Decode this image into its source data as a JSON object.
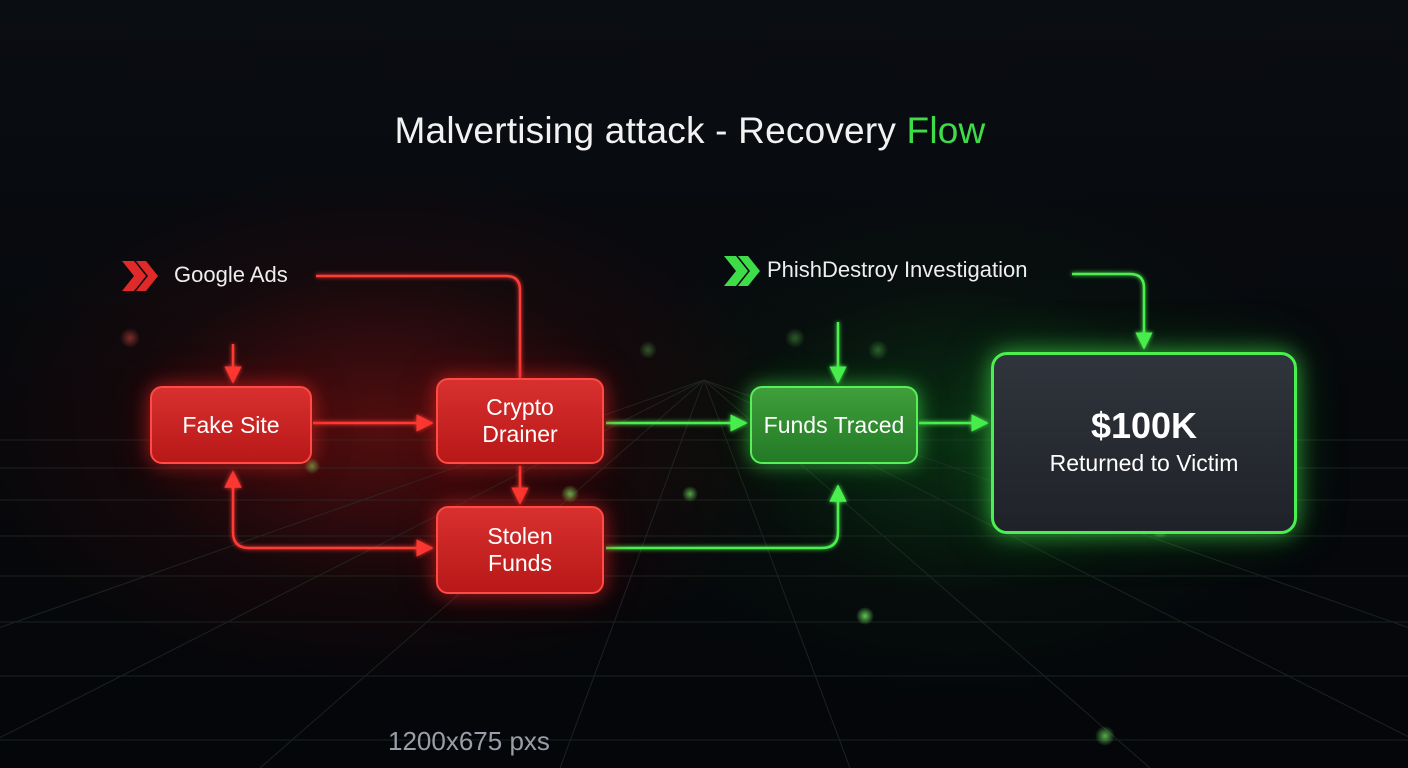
{
  "diagram": {
    "title_main": "Malvertising attack - Recovery ",
    "title_accent": "Flow",
    "sources": {
      "attack": "Google Ads",
      "recovery": "PhishDestroy Investigation"
    },
    "nodes": {
      "fake_site": "Fake Site",
      "crypto_drainer": "Crypto\nDrainer",
      "stolen_funds": "Stolen\nFunds",
      "funds_traced": "Funds Traced"
    },
    "result": {
      "amount": "$100K",
      "label": "Returned to Victim"
    },
    "size_note": "1200x675 pxs"
  },
  "colors": {
    "attack": "#e02a2a",
    "attack_border": "#ff4a45",
    "recovery": "#3fdc4a",
    "recovery_border": "#58ef5a",
    "result_fill": "#2a2d33",
    "background": "#07090d"
  },
  "icons": {
    "attack_source": "double-chevron-right-icon",
    "recovery_source": "double-chevron-right-icon"
  }
}
